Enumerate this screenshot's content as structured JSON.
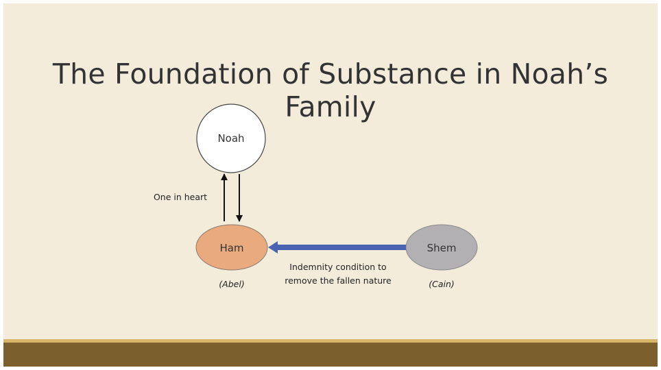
{
  "slide": {
    "title": "The Foundation of Substance in Noah’s Family"
  },
  "diagram": {
    "nodes": {
      "noah": {
        "label": "Noah",
        "fill": "#ffffff"
      },
      "ham": {
        "label": "Ham",
        "fill": "#e9aa7e",
        "sublabel": "(Abel)"
      },
      "shem": {
        "label": "Shem",
        "fill": "#b3b0b4",
        "sublabel": "(Cain)"
      }
    },
    "edges": {
      "noah_ham_label": "One in heart",
      "shem_to_ham_line1": "Indemnity condition to",
      "shem_to_ham_line2": "remove the fallen nature",
      "shem_to_ham_color": "#4a63b0"
    }
  },
  "colors": {
    "background": "#f3ecdb",
    "footer_stripe": "#d8b56a",
    "footer_bar": "#7b5f2c"
  }
}
